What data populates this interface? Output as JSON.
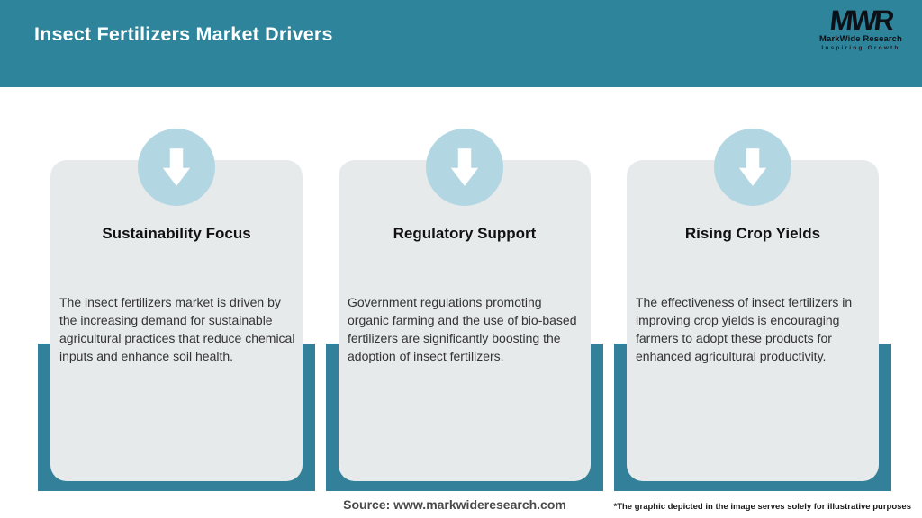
{
  "header": {
    "title": "Insect Fertilizers Market Drivers",
    "logo": {
      "monogram": "MWR",
      "name": "MarkWide Research",
      "tagline": "Inspiring Growth"
    }
  },
  "cards": [
    {
      "title": "Sustainability Focus",
      "body": "The insect fertilizers market is driven by the increasing demand for sustainable agricultural practices that reduce chemical inputs and enhance soil health.",
      "icon": "down-arrow-icon"
    },
    {
      "title": "Regulatory Support",
      "body": "Government regulations promoting organic farming and the use of bio-based fertilizers are significantly boosting the adoption of insect fertilizers.",
      "icon": "down-arrow-icon"
    },
    {
      "title": "Rising Crop Yields",
      "body": "The effectiveness of insect fertilizers in improving crop yields is encouraging farmers to adopt these products for enhanced agricultural productivity.",
      "icon": "down-arrow-icon"
    }
  ],
  "footer": {
    "source": "Source: www.markwideresearch.com",
    "disclaimer": "*The graphic depicted in the image serves solely for illustrative purposes"
  },
  "colors": {
    "header_bg": "#2E859B",
    "backing_teal": "#32809A",
    "card_bg": "#E7EAEB",
    "badge_circle": "#B3D7E2",
    "arrow": "#FFFFFF",
    "title_text": "#111111",
    "body_text": "#333333"
  }
}
